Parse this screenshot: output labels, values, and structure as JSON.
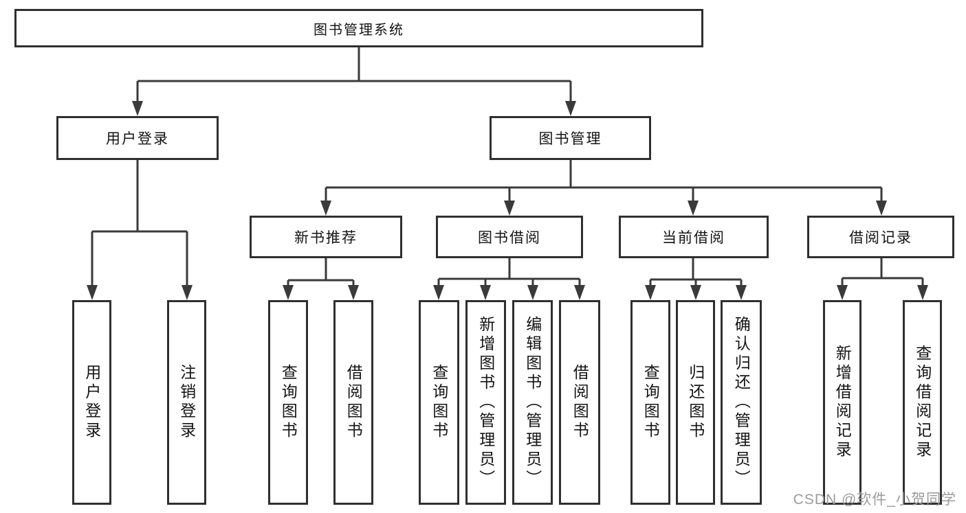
{
  "diagram": {
    "root": {
      "label": "图书管理系统"
    },
    "level2": [
      {
        "label": "用户登录"
      },
      {
        "label": "图书管理"
      }
    ],
    "level3": [
      {
        "label": "新书推荐"
      },
      {
        "label": "图书借阅"
      },
      {
        "label": "当前借阅"
      },
      {
        "label": "借阅记录"
      }
    ],
    "leaves": [
      {
        "label": "用户登录"
      },
      {
        "label": "注销登录"
      },
      {
        "label": "查询图书"
      },
      {
        "label": "借阅图书"
      },
      {
        "label": "查询图书"
      },
      {
        "label": "新增图书（管理员）"
      },
      {
        "label": "编辑图书（管理员）"
      },
      {
        "label": "借阅图书"
      },
      {
        "label": "查询图书"
      },
      {
        "label": "归还图书"
      },
      {
        "label": "确认归还（管理员）"
      },
      {
        "label": "新增借阅记录"
      },
      {
        "label": "查询借阅记录"
      }
    ],
    "colors": {
      "line": "#3a3a3a",
      "box_border": "#2f2f2f",
      "text": "#141414",
      "background": "#ffffff",
      "watermark": "#9b9b9b"
    }
  },
  "watermark": {
    "text": "CSDN @软件_小贺同学"
  }
}
